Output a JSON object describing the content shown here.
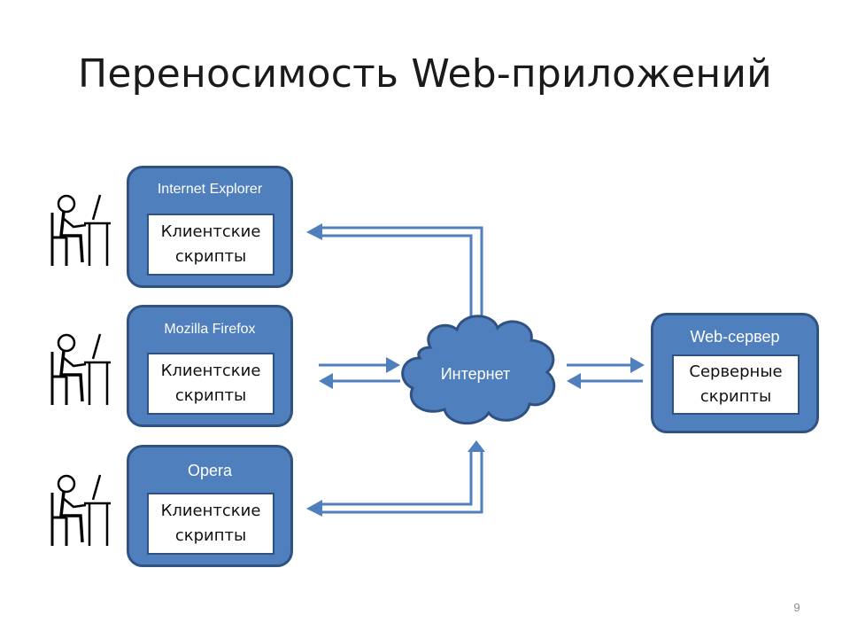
{
  "slide": {
    "title": "Переносимость Web-приложений",
    "page_number": "9"
  },
  "clients": [
    {
      "browser": "Internet Explorer",
      "scripts": "Клиентские\nскрипты"
    },
    {
      "browser": "Mozilla Firefox",
      "scripts": "Клиентские\nскрипты"
    },
    {
      "browser": "Opera",
      "scripts": "Клиентские\nскрипты"
    }
  ],
  "network": {
    "label": "Интернет"
  },
  "server": {
    "label": "Web-сервер",
    "scripts": "Серверные\nскрипты"
  },
  "colors": {
    "box_fill": "#4f7fbc",
    "box_border": "#2f5282",
    "arrow": "#4f7fbc",
    "cloud_fill": "#4f7fbc"
  },
  "icons": [
    "user-at-computer-icon",
    "user-at-computer-icon",
    "user-at-computer-icon"
  ]
}
